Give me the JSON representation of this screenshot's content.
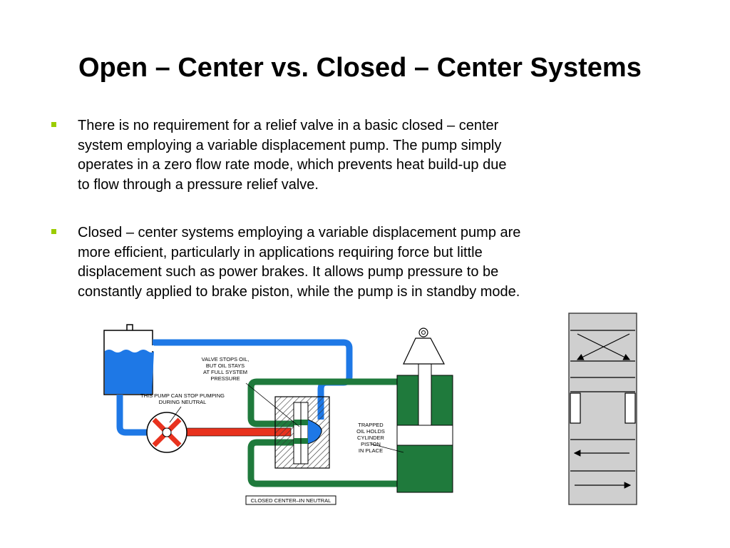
{
  "title": "Open – Center vs. Closed – Center Systems",
  "bullets": [
    {
      "lines": [
        "There is no requirement for a relief valve in a basic closed – center",
        "system employing a variable displacement pump.  The pump simply",
        "operates in a zero flow rate mode, which prevents heat build-up due",
        "to flow through a pressure relief valve."
      ]
    },
    {
      "lines": [
        "Closed – center systems employing a variable displacement pump are",
        "more efficient, particularly in applications requiring force but little",
        "displacement such as power brakes.  It allows pump pressure to be",
        "constantly applied to brake piston, while the pump is in standby mode."
      ]
    }
  ],
  "diagram": {
    "labels": {
      "valve": [
        "VALVE STOPS OIL,",
        "BUT OIL STAYS",
        "AT FULL SYSTEM",
        "PRESSURE"
      ],
      "pump": [
        "THIS PUMP CAN STOP PUMPING",
        "DURING NEUTRAL"
      ],
      "trapped": [
        "TRAPPED",
        "OIL HOLDS",
        "CYLINDER",
        "PISTON",
        "IN PLACE"
      ],
      "caption": "CLOSED CENTER–IN NEUTRAL"
    },
    "colors": {
      "return_line": "#1e78e6",
      "pressure_line": "#e8321e",
      "cylinder_line": "#1f7a3c",
      "valve_symbol_bg": "#cfcfcf"
    }
  }
}
